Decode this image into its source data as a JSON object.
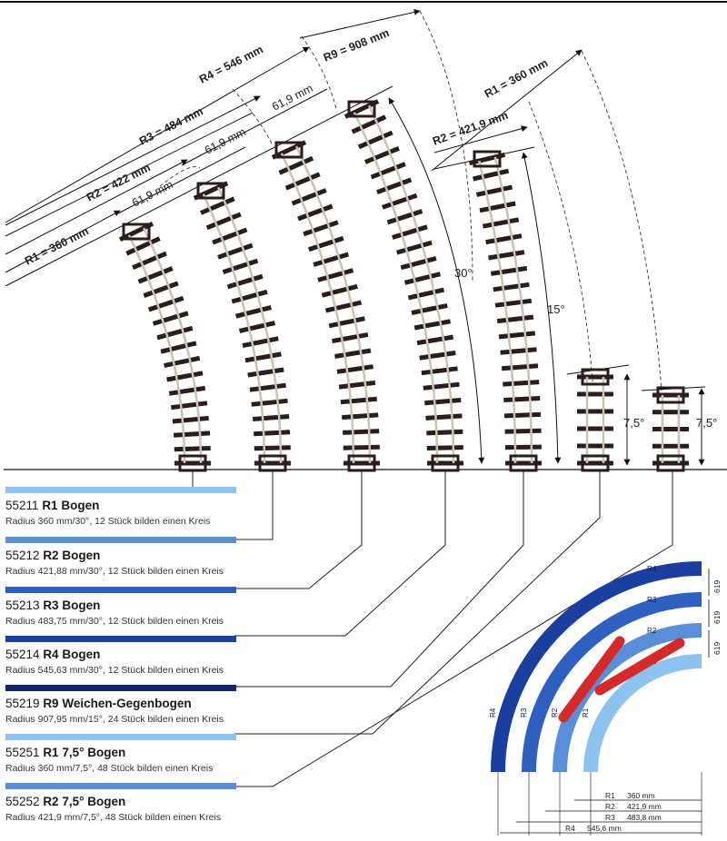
{
  "dimensions_top": {
    "r4": "R4 = 546 mm",
    "r9": "R9 = 908 mm",
    "r3": "R3 = 484 mm",
    "r2": "R2 = 422 mm",
    "r1": "R1 = 360 mm",
    "r1_right": "R1 = 360 mm",
    "r2_right": "R2 = 421,9 mm",
    "gap1": "61,9 mm",
    "gap2": "61,9 mm",
    "gap3": "61,9 mm"
  },
  "angles": {
    "a30": "30°",
    "a15": "15°",
    "a75a": "7,5°",
    "a75b": "7,5°"
  },
  "catalog": [
    {
      "number": "55211",
      "name": "R1 Bogen",
      "desc": "Radius 360 mm/30°, 12 Stück bilden einen Kreis",
      "color": "#8dc3ee"
    },
    {
      "number": "55212",
      "name": "R2 Bogen",
      "desc": "Radius 421,88 mm/30°, 12 Stück bilden einen Kreis",
      "color": "#5a8fd8"
    },
    {
      "number": "55213",
      "name": "R3 Bogen",
      "desc": "Radius 483,75 mm/30°, 12 Stück bilden einen Kreis",
      "color": "#2f5fbf"
    },
    {
      "number": "55214",
      "name": "R4 Bogen",
      "desc": "Radius 545,63 mm/30°, 12 Stück bilden einen Kreis",
      "color": "#1b3f9e"
    },
    {
      "number": "55219",
      "name": "R9 Weichen-Gegenbogen",
      "desc": "Radius 907,95 mm/15°, 24 Stück bilden einen Kreis",
      "color": "#10256a"
    },
    {
      "number": "55251",
      "name": "R1 7,5° Bogen",
      "desc": "Radius 360 mm/7,5°, 48 Stück bilden einen Kreis",
      "color": "#8dc3ee"
    },
    {
      "number": "55252",
      "name": "R2 7,5° Bogen",
      "desc": "Radius 421,9 mm/7,5°, 48 Stück bilden einen Kreis",
      "color": "#5a8fd8"
    }
  ],
  "ring_diagram": {
    "rings": [
      {
        "label": "R4",
        "color": "#1b3f9e"
      },
      {
        "label": "R3",
        "color": "#2f5fbf"
      },
      {
        "label": "R2",
        "color": "#5a8fd8"
      },
      {
        "label": "R1",
        "color": "#8dc3ee"
      }
    ],
    "spacing": [
      "619",
      "619",
      "619"
    ],
    "radius_rows": [
      {
        "label": "R1",
        "value": "360 mm"
      },
      {
        "label": "R2",
        "value": "421,9 mm"
      },
      {
        "label": "R3",
        "value": "483,8 mm"
      },
      {
        "label": "R4",
        "value": "545,6 mm"
      }
    ]
  },
  "colors": {
    "ties": "#2b1d1a",
    "rail": "#c9c3b4"
  }
}
